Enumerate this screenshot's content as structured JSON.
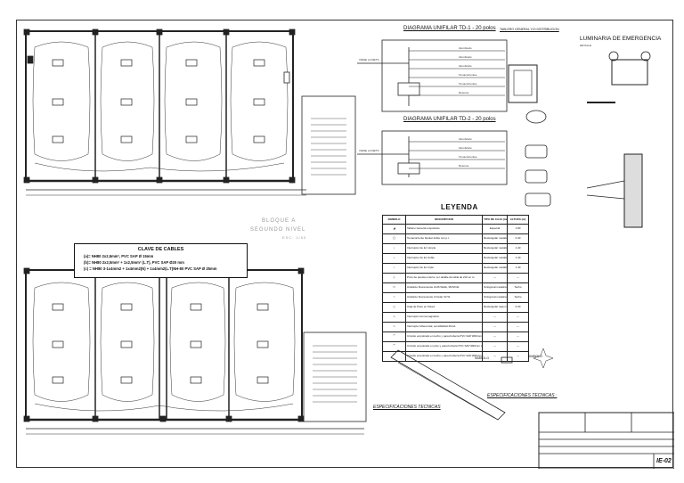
{
  "plans": {
    "block_title_1": "BLOQUE A",
    "block_title_2": "SEGUNDO NIVEL",
    "block_scale": "ESC: 1/50"
  },
  "cable_key": {
    "title": "CLAVE DE CABLES",
    "lines": [
      "(a)= NH80 2x2,5mm², PVC SAP Ø 15mm",
      "(b)= NH80 2x2,5mm² + 1x2,5mm² (L.T), PVC SAP Ø20 mm",
      "(c) = NH80 3-1x4mm2 + 1x4mm2(N) + 1x4mm2(L.T)NH-80 PVC SAP Ø 25mm"
    ]
  },
  "diagrams": {
    "td1_title": "DIAGRAMA UNIFILAR TD-1 - 20 polos",
    "td2_title": "DIAGRAMA UNIFILAR TD-2 - 20 polos",
    "feeder_label": "VIENE LA METS",
    "circuit_labels": [
      "Alumbrado",
      "Alumbrado",
      "Alumbrado",
      "Tomacorrientes",
      "Tomacorrientes",
      "Reserva"
    ],
    "td2_circuit_labels": [
      "Alumbrado",
      "Alumbrado",
      "Tomacorrientes",
      "Reserva"
    ]
  },
  "tablero": {
    "title": "TABLERO GENERAL Y/O DISTRIBUCION"
  },
  "emergency": {
    "title": "LUMINARIA DE EMERGENCIA",
    "subtitle": "DETALLE"
  },
  "legend": {
    "title": "LEYENDA",
    "headers": [
      "SIMBOLO",
      "DESCRIPCION",
      "TIPO DE CAJA (mm)",
      "ALTURA (m)"
    ],
    "rows": [
      {
        "desc": "Tablero General empotrado",
        "box": "Especial",
        "height": "1.80"
      },
      {
        "desc": "Tomacorriente bipolar doble con p.t.",
        "box": "Rectangular metalica",
        "height": "0.40"
      },
      {
        "desc": "Interruptor de luz simple",
        "box": "Rectangular metalica",
        "height": "1.40"
      },
      {
        "desc": "Interruptor de luz doble",
        "box": "Rectangular metalica",
        "height": "1.40"
      },
      {
        "desc": "Interruptor de luz triple",
        "box": "Rectangular metalica",
        "height": "1.40"
      },
      {
        "desc": "Pozo de puesta a tierra, ver detalle de tabla de 2x0 en m.",
        "box": "---",
        "height": "---"
      },
      {
        "desc": "Artefacto fluorescente 2x36 Watts, MOVICE",
        "box": "Octogonal metalica",
        "height": "Techo"
      },
      {
        "desc": "Artefacto fluorescente Circular 32 W.",
        "box": "Octogonal metalica",
        "height": "Techo"
      },
      {
        "desc": "Caja de Paso en Pared",
        "box": "Rectangular caja metalica",
        "height": "0.30"
      },
      {
        "desc": "Interruptor termomagnetico",
        "box": "---",
        "height": "---"
      },
      {
        "desc": "Interruptor diferencial, sensibilidad 30mA",
        "box": "---",
        "height": "---"
      },
      {
        "desc": "Circuito empotrado en techo y pared tuberia PVC SAP Ø20mm salvo indicacion",
        "box": "---",
        "height": "---"
      },
      {
        "desc": "Circuito empotrado en piso y pared tuberia PVC SAP Ø20mm salvo indicacion",
        "box": "---",
        "height": "---"
      },
      {
        "desc": "Circuito empotrado en techo y pared tuberia PVC SAP Ø20mm salvo indicacion",
        "box": "---",
        "height": "---"
      }
    ]
  },
  "specs": {
    "simbolo_1": "SIMBOLO",
    "simbolo_2": "SIMBOLO",
    "spec_left": "ESPECIFICACIONES TECNICAS",
    "spec_right": "ESPECIFICACIONES TECNICAS :"
  },
  "title_block": {
    "sheet_code": "IE-02"
  },
  "colors": {
    "line": "#222222",
    "faint": "#777777"
  }
}
